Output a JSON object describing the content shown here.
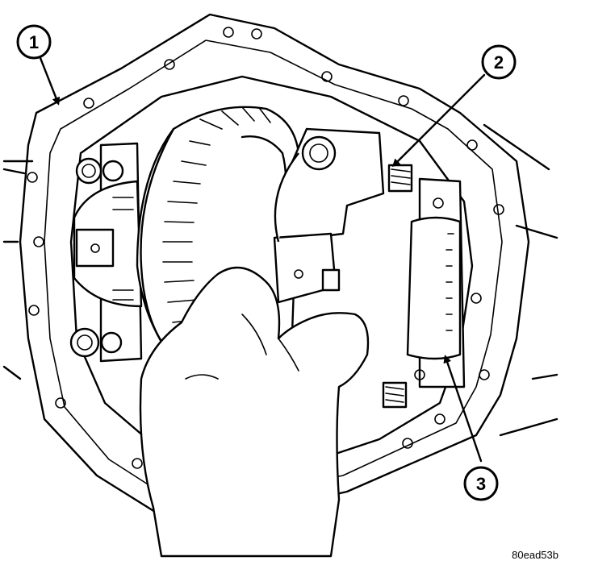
{
  "callouts": [
    {
      "label": "1"
    },
    {
      "label": "2"
    },
    {
      "label": "3"
    }
  ],
  "figure_code": "80ead53b"
}
